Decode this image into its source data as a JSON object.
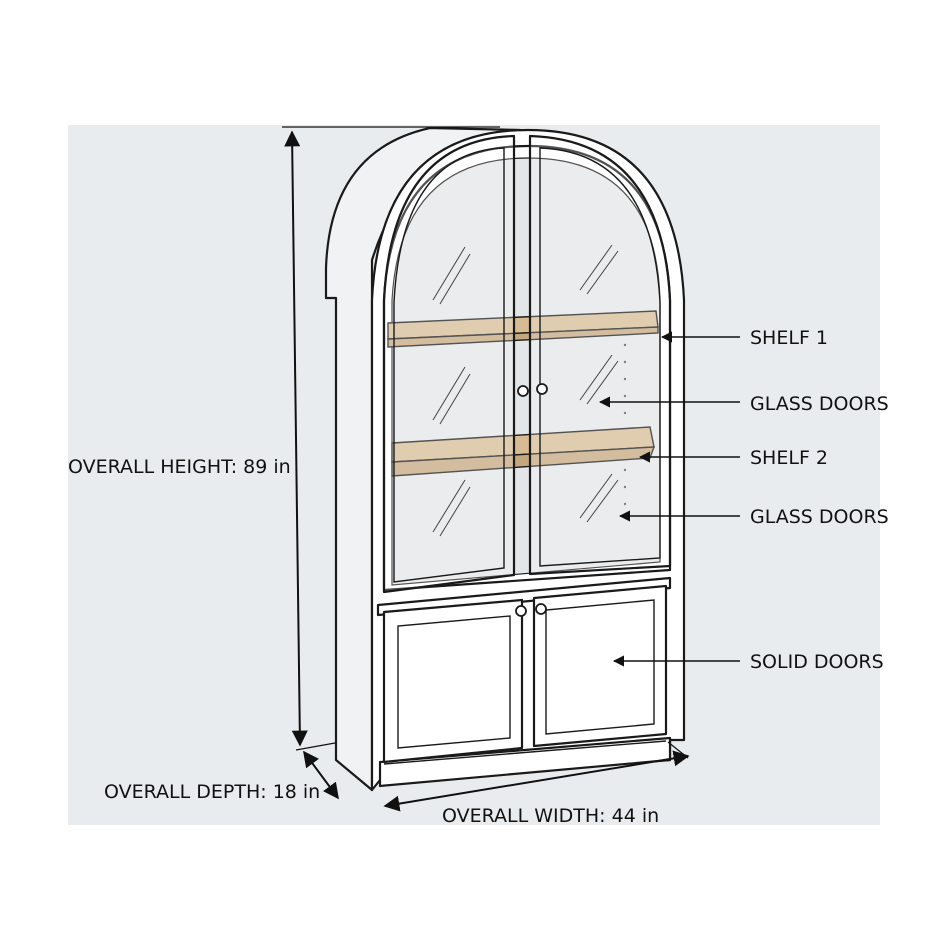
{
  "dimensions": {
    "height": "OVERALL HEIGHT: 89 in",
    "depth": "OVERALL DEPTH: 18 in",
    "width": "OVERALL WIDTH: 44 in"
  },
  "callouts": [
    "SHELF 1",
    "GLASS DOORS",
    "SHELF 2",
    "GLASS DOORS",
    "SOLID DOORS"
  ],
  "colors": {
    "background": "#e9ecee",
    "cabinet": "#ffffff",
    "cabinet_side": "#f1f2f3",
    "interior": "#e3e6e9",
    "shelf_wood": "#d6bb94",
    "line": "#1a1a1a"
  }
}
